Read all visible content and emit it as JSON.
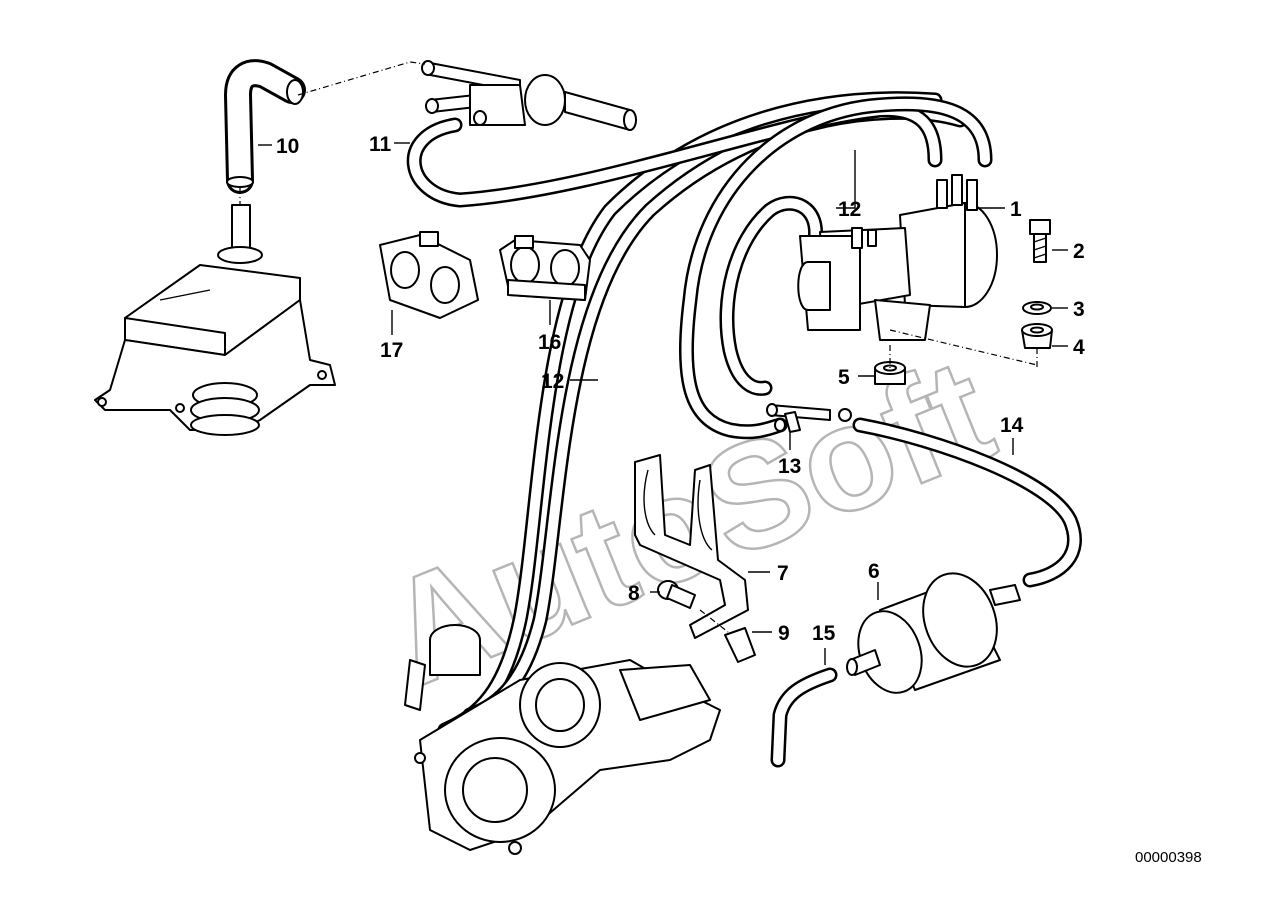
{
  "watermark": "AutoSoft",
  "reference_number": "00000398",
  "callouts": [
    {
      "id": "1",
      "text": "1"
    },
    {
      "id": "2",
      "text": "2"
    },
    {
      "id": "3",
      "text": "3"
    },
    {
      "id": "4",
      "text": "4"
    },
    {
      "id": "5",
      "text": "5"
    },
    {
      "id": "6",
      "text": "6"
    },
    {
      "id": "7",
      "text": "7"
    },
    {
      "id": "8",
      "text": "8"
    },
    {
      "id": "9",
      "text": "9"
    },
    {
      "id": "10",
      "text": "10"
    },
    {
      "id": "11",
      "text": "11"
    },
    {
      "id": "12a",
      "text": "12"
    },
    {
      "id": "12b",
      "text": "12"
    },
    {
      "id": "13",
      "text": "13"
    },
    {
      "id": "14",
      "text": "14"
    },
    {
      "id": "15",
      "text": "15"
    },
    {
      "id": "16",
      "text": "16"
    },
    {
      "id": "17",
      "text": "17"
    }
  ]
}
